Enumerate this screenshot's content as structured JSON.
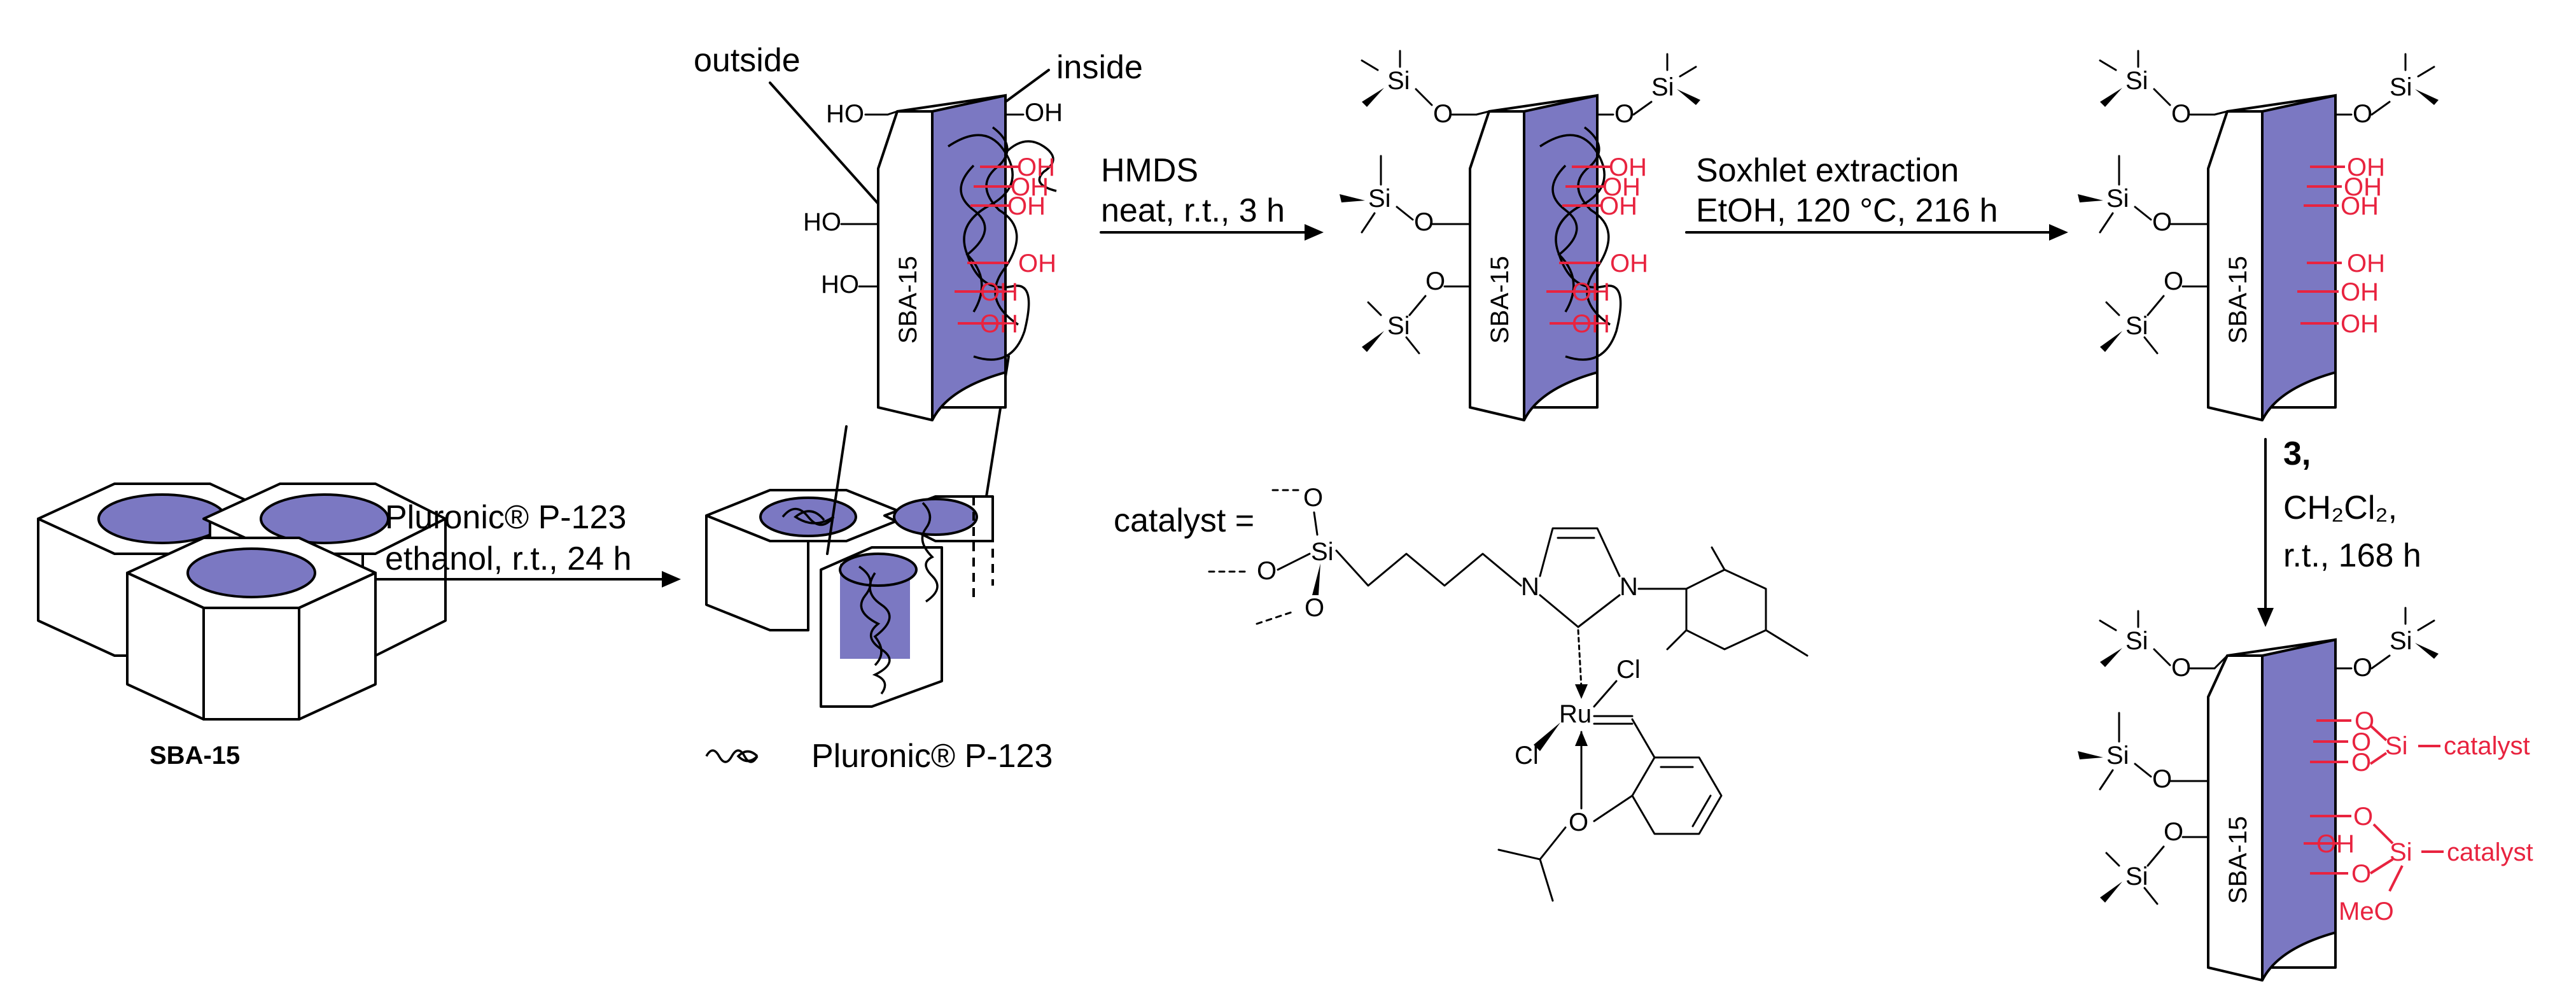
{
  "labels": {
    "sba15": "SBA-15",
    "outside": "outside",
    "inside": "inside",
    "pluronic_legend": "Pluronic® P-123",
    "catalyst_eq": "catalyst ="
  },
  "steps": {
    "step1_line1": "Pluronic® P-123",
    "step1_line2": "ethanol, r.t., 24 h",
    "step2_line1": "HMDS",
    "step2_line2": "neat, r.t., 3 h",
    "step3_line1": "Soxhlet extraction",
    "step3_line2": "EtOH, 120 °C, 216 h",
    "step4_line1": "3,",
    "step4_line2": "CH₂Cl₂,",
    "step4_line3": "r.t., 168 h"
  },
  "groups": {
    "HO": "HO",
    "OH": "OH",
    "O": "O",
    "Si": "Si",
    "Ru": "Ru",
    "Cl": "Cl",
    "N": "N",
    "MeO": "MeO",
    "catalyst": "catalyst"
  },
  "colors": {
    "pore_fill": "#7b78c2",
    "highlight_red": "#e8233f"
  }
}
